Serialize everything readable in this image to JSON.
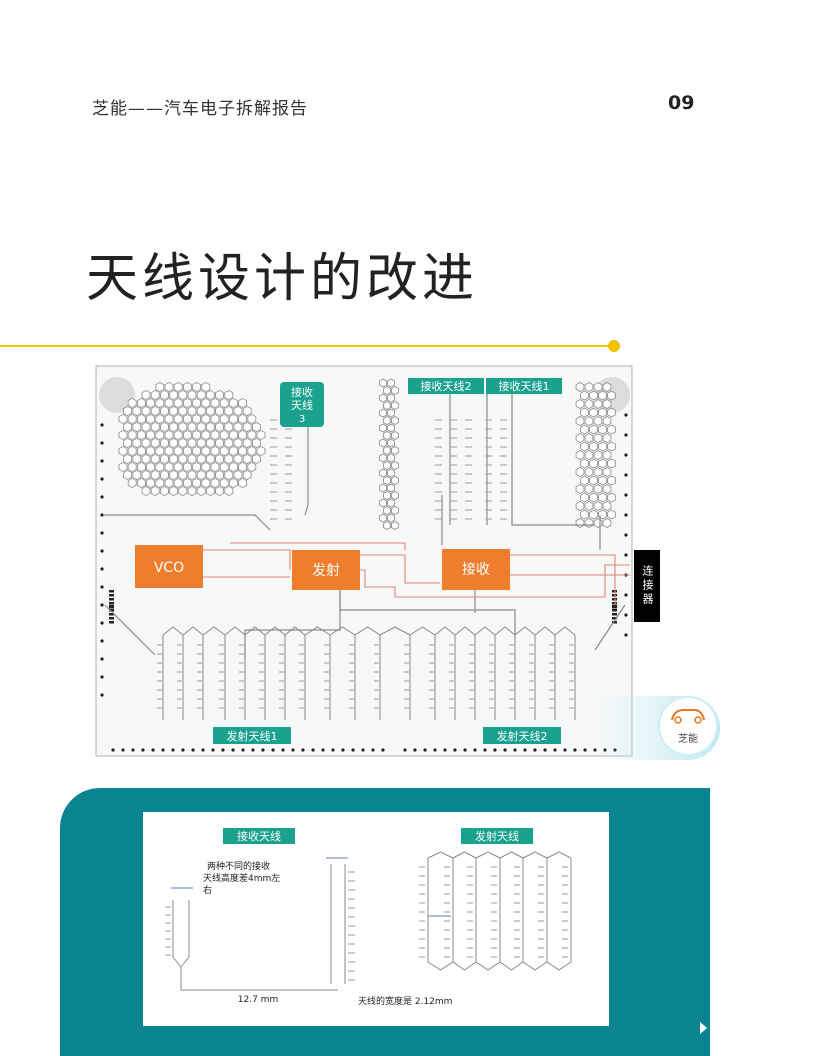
{
  "header": {
    "title": "芝能——汽车电子拆解报告",
    "page_number": "09"
  },
  "page_title": "天线设计的改进",
  "board": {
    "blocks": {
      "vco": "VCO",
      "tx": "发射",
      "rx": "接收"
    },
    "antenna_labels": {
      "rx3_line1": "接收",
      "rx3_line2": "天线",
      "rx3_line3": "3",
      "rx2": "接收天线2",
      "rx1": "接收天线1",
      "tx1": "发射天线1",
      "tx2": "发射天线2"
    },
    "connector": "连接器",
    "colors": {
      "label_bg": "#1aa28e",
      "block_bg": "#ef7d2c",
      "trace_red": "#e2837a"
    }
  },
  "logo": {
    "text": "芝能"
  },
  "detail": {
    "rx_label": "接收天线",
    "tx_label": "发射天线",
    "height_note_line1": "两种不同的接收",
    "height_note_line2": "天线高度差4mm左",
    "height_note_line3": "右",
    "spacing": "12.7 mm",
    "width_note": "天线的宽度是 2.12mm"
  },
  "colors": {
    "accent_yellow": "#f2c200",
    "teal": "#0a8490"
  }
}
